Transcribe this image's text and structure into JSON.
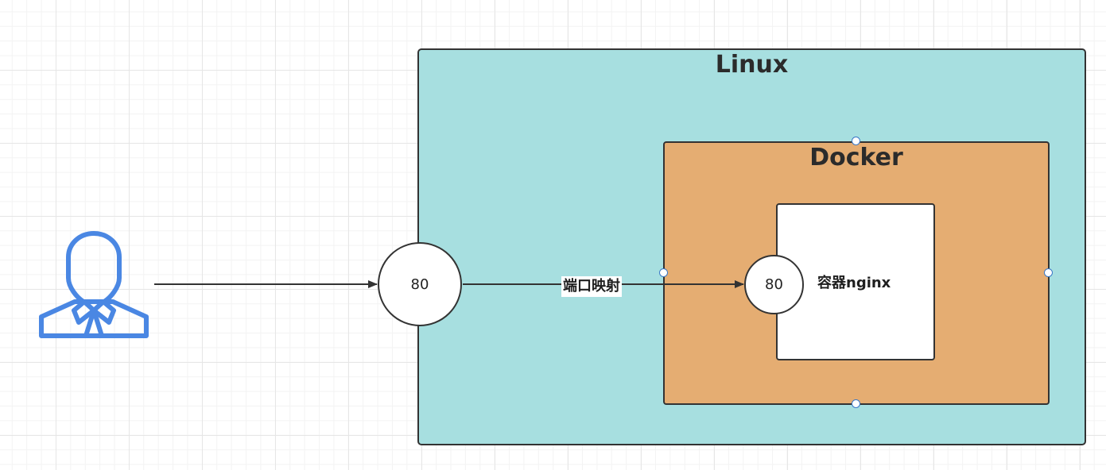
{
  "diagram": {
    "linux": {
      "title": "Linux"
    },
    "docker": {
      "title": "Docker"
    },
    "container": {
      "label": "容器nginx"
    },
    "host_port": {
      "label": "80"
    },
    "container_port": {
      "label": "80"
    },
    "mapping": {
      "label": "端口映射"
    },
    "user": {
      "icon": "user-icon"
    }
  },
  "colors": {
    "linux_fill": "#a7dfe0",
    "docker_fill": "#e5ad72",
    "container_fill": "#ffffff",
    "user_icon": "#4a87e3",
    "border": "#333333",
    "selection_handle": "#3a78c7"
  }
}
